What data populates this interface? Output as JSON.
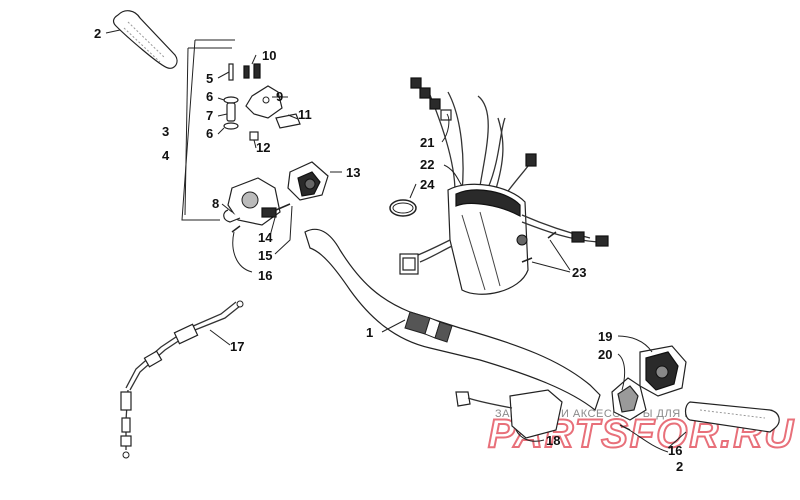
{
  "callouts": {
    "c1": "1",
    "c2a": "2",
    "c2b": "2",
    "c3": "3",
    "c4": "4",
    "c5": "5",
    "c6a": "6",
    "c6b": "6",
    "c7": "7",
    "c8": "8",
    "c9": "9",
    "c10": "10",
    "c11": "11",
    "c12": "12",
    "c13": "13",
    "c14": "14",
    "c15": "15",
    "c16a": "16",
    "c16b": "16",
    "c17": "17",
    "c18": "18",
    "c19": "19",
    "c20": "20",
    "c21": "21",
    "c22": "22",
    "c23": "23",
    "c24": "24"
  },
  "watermark": {
    "subtitle": "ЗАПЧАСТИ И АКСЕССУАРЫ ДЛЯ МОТОТЕХНИКИ",
    "logo": "PARTSFOR.RU",
    "color": "#e8707a"
  }
}
